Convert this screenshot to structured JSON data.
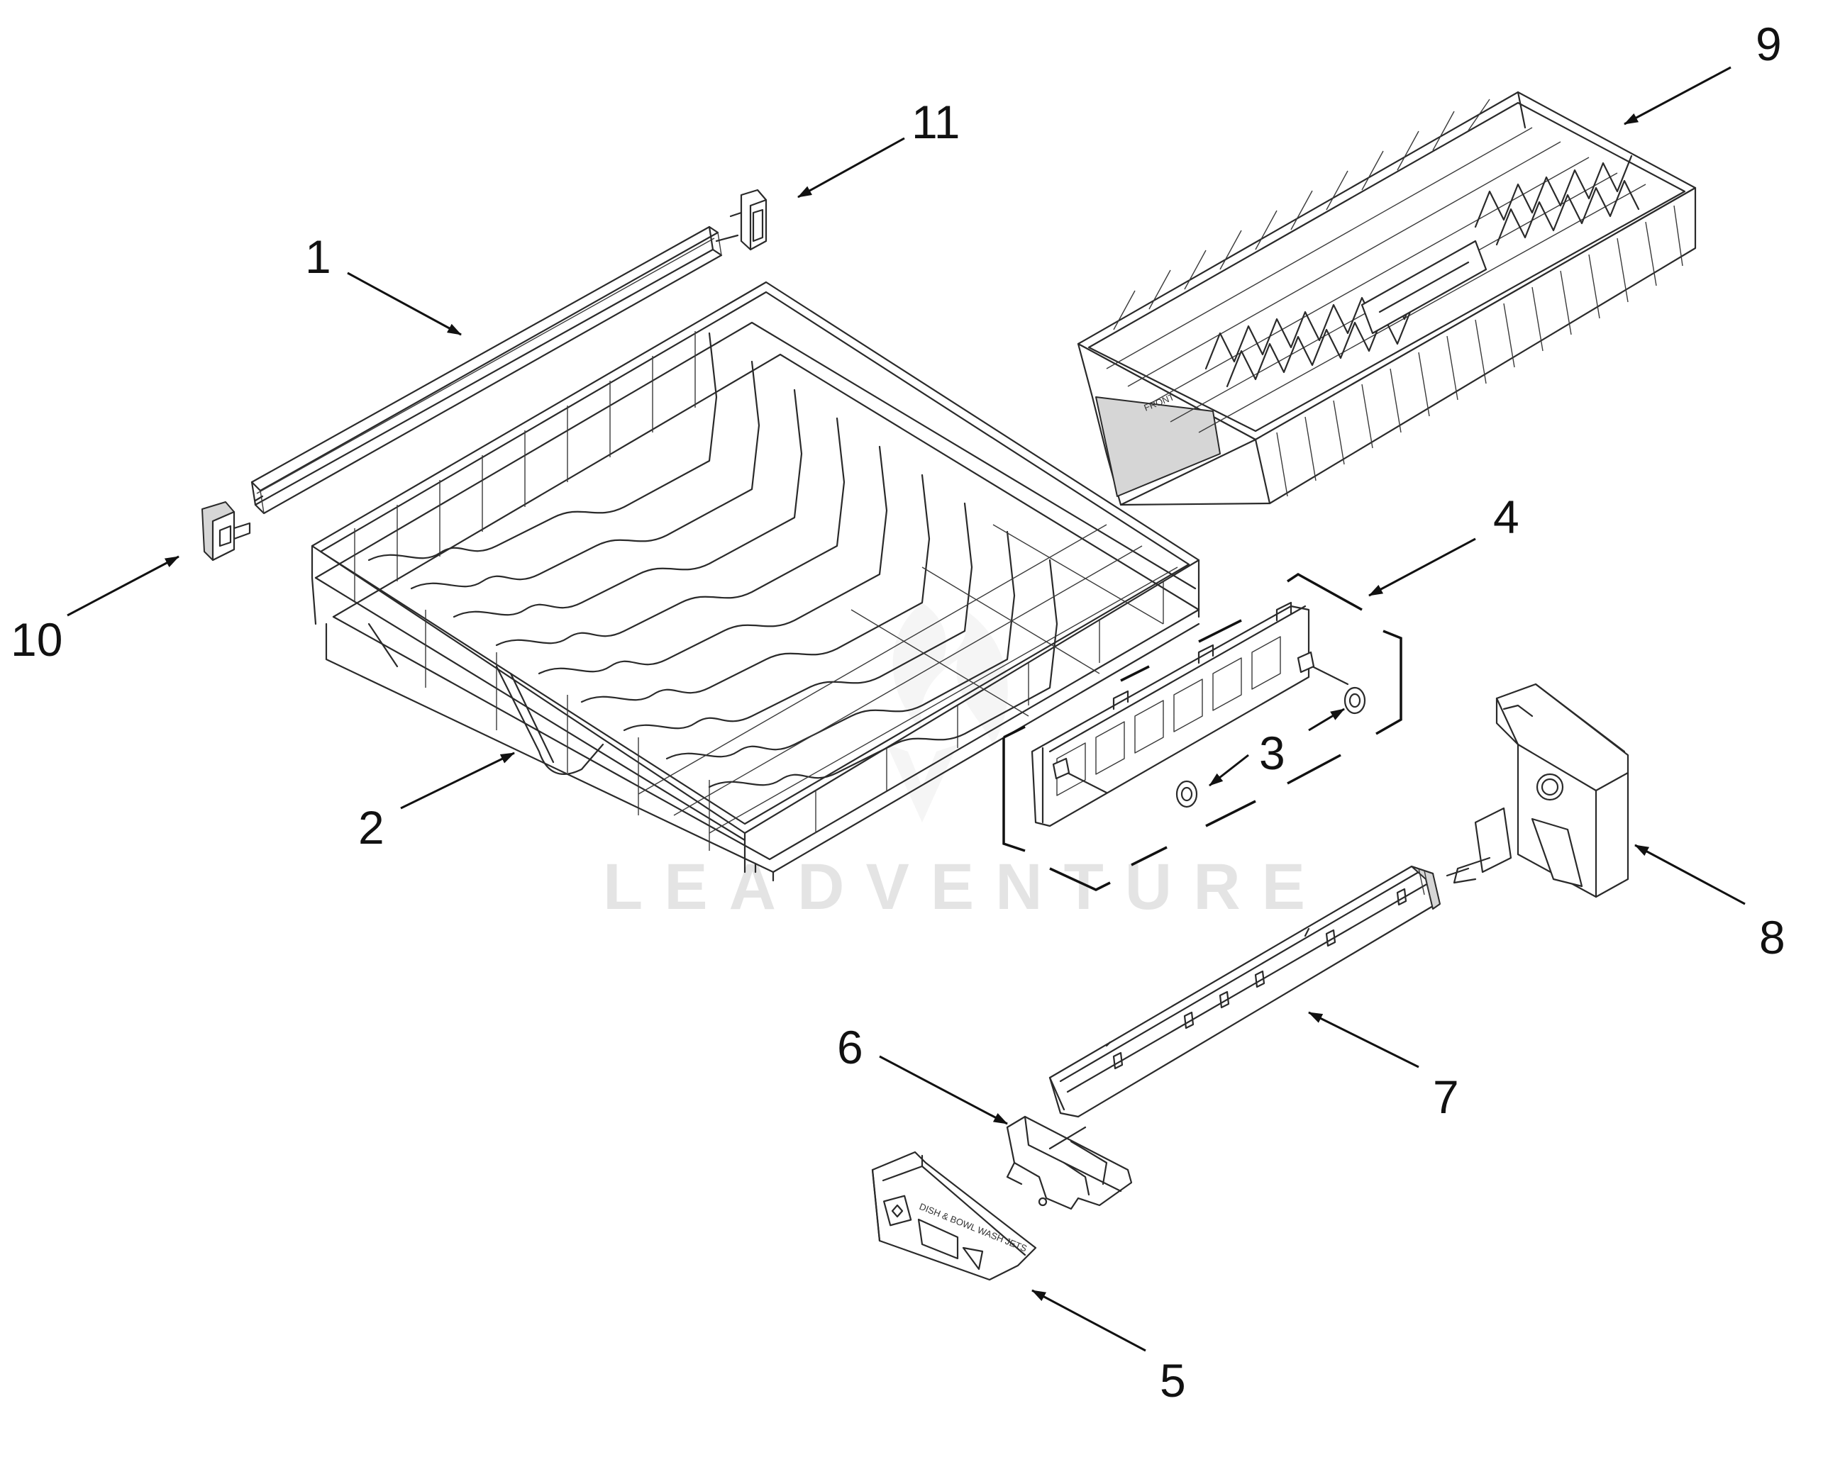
{
  "watermark": {
    "text": "LEADVENTURE"
  },
  "callouts": [
    {
      "id": "1",
      "label": "1"
    },
    {
      "id": "2",
      "label": "2"
    },
    {
      "id": "3",
      "label": "3"
    },
    {
      "id": "4",
      "label": "4"
    },
    {
      "id": "5",
      "label": "5"
    },
    {
      "id": "6",
      "label": "6"
    },
    {
      "id": "7",
      "label": "7"
    },
    {
      "id": "8",
      "label": "8"
    },
    {
      "id": "9",
      "label": "9"
    },
    {
      "id": "10",
      "label": "10"
    },
    {
      "id": "11",
      "label": "11"
    }
  ],
  "part_markings": {
    "basket_front": "FRONT",
    "cover_text": "DISH & BOWL WASH JETS"
  }
}
